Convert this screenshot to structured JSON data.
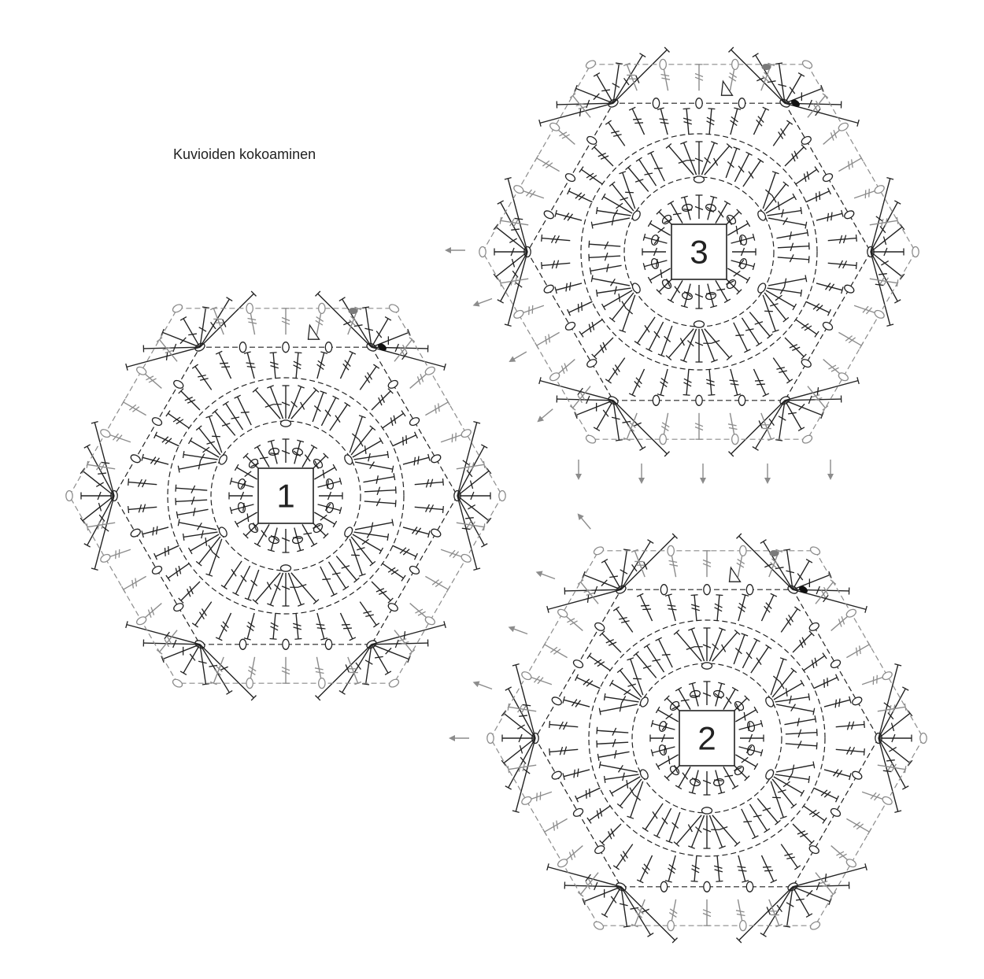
{
  "title": "Kuvioiden kokoaminen",
  "motifs": [
    {
      "label": "1"
    },
    {
      "label": "3"
    },
    {
      "label": "2"
    }
  ],
  "colors": {
    "inner_stitches": "#222222",
    "outer_stitches": "#8c8c8c",
    "join_marker_dark": "#111111",
    "join_marker_grey": "#7a7a7a"
  },
  "symbols": [
    "chain-oval",
    "double-crochet",
    "single-crochet",
    "slip-stitch",
    "join-arrow",
    "start-triangle"
  ]
}
